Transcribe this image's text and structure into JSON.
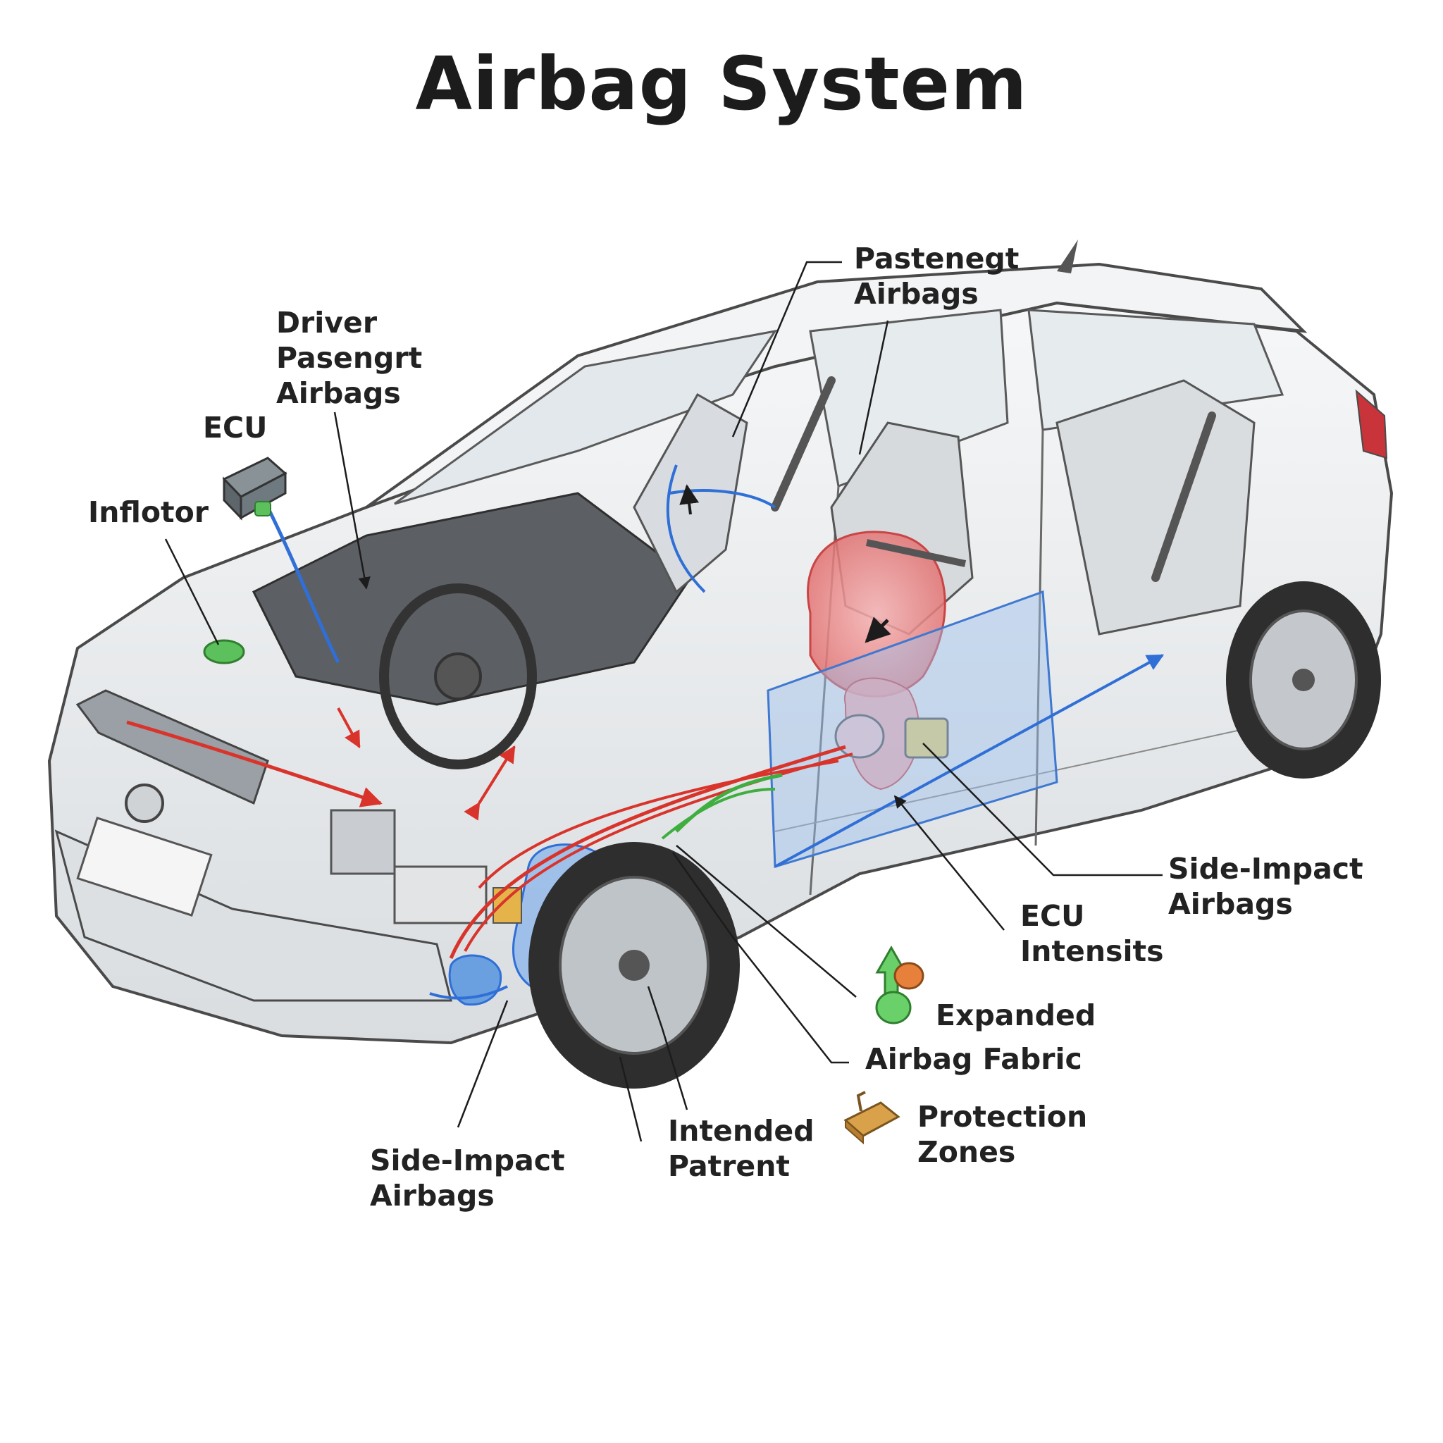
{
  "title": "Airbag System",
  "labels": {
    "passenger_top": [
      "Pastenegt",
      "Airbags"
    ],
    "driver_passenger": [
      "Driver",
      "Pasengrt",
      "Airbags"
    ],
    "ecu_top": [
      "ECU"
    ],
    "inflator": [
      "Inflotor"
    ],
    "side_impact_right": [
      "Side-Impact",
      "Airbags"
    ],
    "ecu_intensits": [
      "ECU",
      "Intensits"
    ],
    "expanded": [
      "Expanded"
    ],
    "airbag_fabric": [
      "Airbag Fabric"
    ],
    "protection_zones": [
      "Protection",
      "Zones"
    ],
    "intended_patrent": [
      "Intended",
      "Patrent"
    ],
    "side_impact_left": [
      "Side-Impact",
      "Airbags"
    ]
  },
  "colors": {
    "body_outline": "#4a4a4a",
    "body_fill": "#eef0f2",
    "wire_red": "#d9342b",
    "wire_blue": "#2f6fd6",
    "wire_green": "#3fae3f",
    "airbag_red": "#f08a8a",
    "airbag_blue": "#8fb6ea",
    "ecu_gray": "#6f7a80",
    "ecu_green": "#5cc05c",
    "zone_orange": "#d9a14a"
  },
  "icons": [
    "ecu-module-icon",
    "expanded-airbag-icon",
    "protection-zone-icon"
  ]
}
